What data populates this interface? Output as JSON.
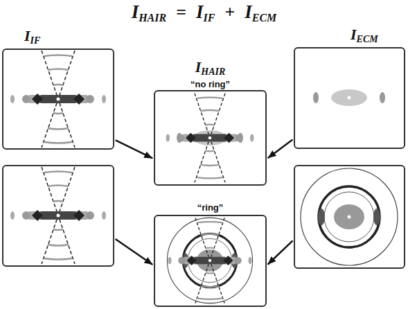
{
  "diagram": {
    "nodes": [
      {
        "text": [
          "I",
          "IF"
        ]
      },
      {
        "text": [
          "I",
          "HAIR",
          "“no ring”"
        ]
      },
      {
        "text": [
          "I",
          "ECM"
        ]
      },
      {
        "text": []
      },
      {
        "text": [
          "“ring”"
        ]
      },
      {
        "text": []
      }
    ],
    "edges": [
      {
        "from": 0,
        "to": 1,
        "arrow": "to"
      },
      {
        "from": 2,
        "to": 1,
        "arrow": "to"
      },
      {
        "from": 3,
        "to": 4,
        "arrow": "to"
      },
      {
        "from": 5,
        "to": 4,
        "arrow": "to"
      }
    ],
    "labels": [
      "I",
      "HAIR",
      "=",
      "I",
      "IF",
      "+",
      "I",
      "ECM"
    ]
  }
}
